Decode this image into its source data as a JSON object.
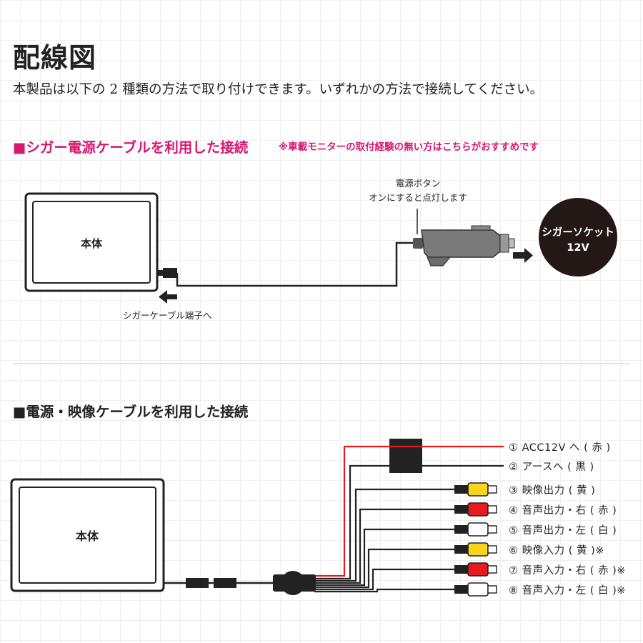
{
  "header": {
    "title": "配線図",
    "intro": "本製品は以下の 2 種類の方法で取り付けできます。いずれかの方法で接続してください。"
  },
  "section1": {
    "heading": "■シガー電源ケーブルを利用した接続",
    "note": "※車載モニターの取付経験の無い方はこちらがおすすめです",
    "unit_label": "本体",
    "power_button_line1": "電源ボタン",
    "power_button_line2": "オンにすると点灯します",
    "socket_line1": "シガーソケット",
    "socket_line2": "12V",
    "cable_terminal_label": "シガーケーブル端子へ"
  },
  "section2": {
    "heading": "■電源・映像ケーブルを利用した接続",
    "unit_label": "本体",
    "outputs": [
      {
        "label": "① ACC12V へ ( 赤 )",
        "type": "wire",
        "color": "#e8191f"
      },
      {
        "label": "② アースへ ( 黒 )",
        "type": "wire",
        "color": "#222222"
      },
      {
        "label": "③ 映像出力 ( 黄 )",
        "type": "rca",
        "color": "#f6d51c"
      },
      {
        "label": "④ 音声出力・右 ( 赤 )",
        "type": "rca",
        "color": "#e8191f"
      },
      {
        "label": "⑤ 音声出力・左 ( 白 )",
        "type": "rca",
        "color": "#ffffff"
      },
      {
        "label": "⑥ 映像入力 ( 黄 )※",
        "type": "rca",
        "color": "#f6d51c"
      },
      {
        "label": "⑦ 音声入力・右 ( 赤 )※",
        "type": "rca",
        "color": "#e8191f"
      },
      {
        "label": "⑧ 音声入力・左 ( 白 )※",
        "type": "rca",
        "color": "#ffffff"
      }
    ]
  },
  "colors": {
    "accent_pink": "#d6176e",
    "text": "#222222",
    "wire": "#222222",
    "wire_red": "#e8191f"
  }
}
